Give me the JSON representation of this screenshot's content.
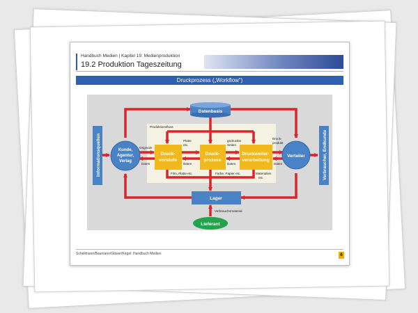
{
  "header": {
    "breadcrumb": "Handbuch Medien | Kapitel 19: Medienproduktion",
    "title": "19.2  Produktion Tageszeitung"
  },
  "banner": "Druckprozess („Workflow“)",
  "diagram": {
    "left_side": "Informationsquellen",
    "right_side": "Verbraucher, Endkunde",
    "kunde": [
      "Kunde,",
      "Agentur,",
      "Verlag"
    ],
    "verteiler": "Verteiler",
    "datenbasis": "Datenbasis",
    "lager": "Lager",
    "lieferant": "Lieferant",
    "produktionsfluss": "Produktionsfluss",
    "vorstufe": [
      "Druck-",
      "vorstufe"
    ],
    "prozess": [
      "Druck-",
      "prozess"
    ],
    "weiter": [
      "Druckweiter-",
      "verarbeitung"
    ],
    "lbl_originale": "Originale",
    "lbl_daten1": "Daten",
    "lbl_platte": [
      "Platte",
      "etc."
    ],
    "lbl_daten2": "Daten",
    "lbl_gedruckte": [
      "gedruckte",
      "Seiten"
    ],
    "lbl_daten3": "Daten",
    "lbl_druckprodukt": [
      "Druck-",
      "produkt"
    ],
    "lbl_daten4": "Daten",
    "lbl_film": "Film, Platte etc.",
    "lbl_farbe": "Farbe, Papier etc.",
    "lbl_materialien": [
      "Materialien",
      "etc."
    ],
    "lbl_verbrauch": "Verbrauchsmaterial"
  },
  "footer": {
    "authors": "Schellmann/Baumann/Gläser/Kegel: Handbuch Medien",
    "page": "6"
  }
}
